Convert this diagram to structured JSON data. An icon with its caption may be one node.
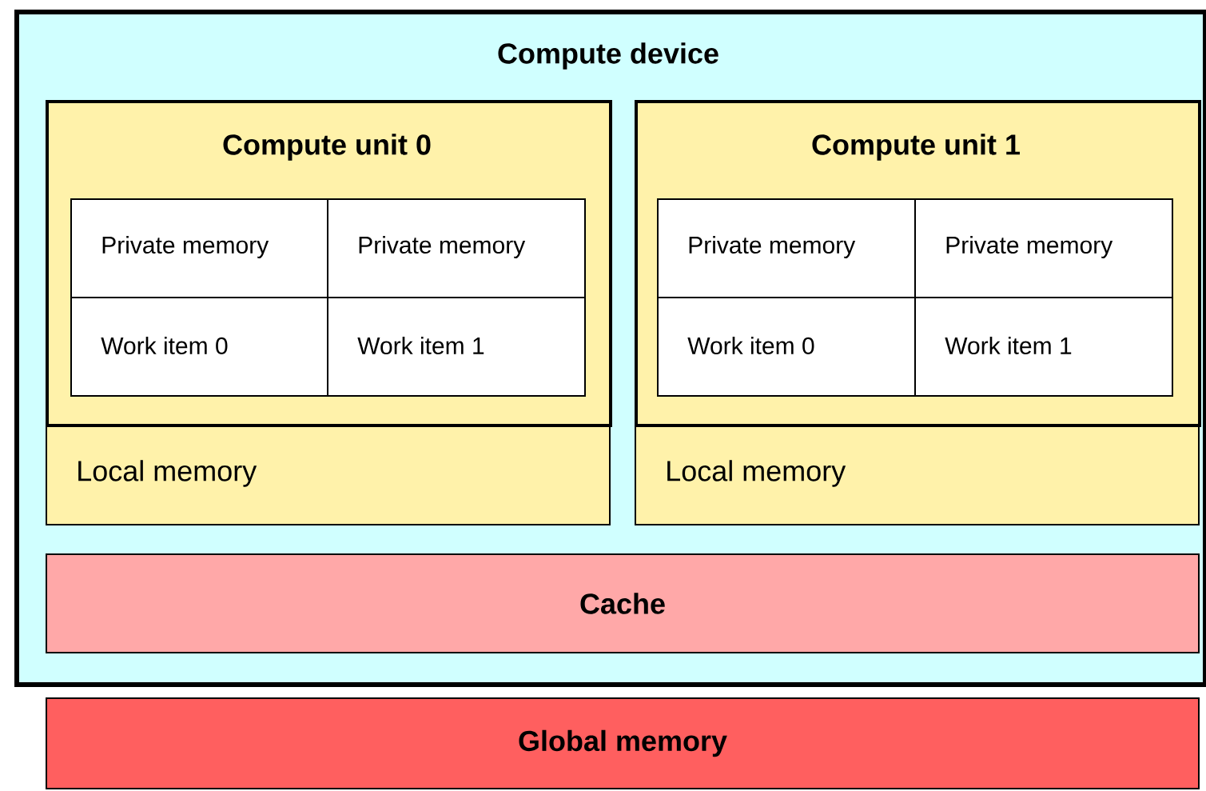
{
  "diagram": {
    "nodes": [
      {
        "text": [
          "Compute device"
        ]
      },
      {
        "text": [
          "Compute unit 0"
        ],
        "in": 0
      },
      {
        "text": [
          "Private memory"
        ],
        "in": 1
      },
      {
        "text": [
          "Private memory"
        ],
        "in": 1
      },
      {
        "text": [
          "Work item 0"
        ],
        "in": 1
      },
      {
        "text": [
          "Work item 1"
        ],
        "in": 1
      },
      {
        "text": [
          "Compute unit 1"
        ],
        "in": 0
      },
      {
        "text": [
          "Private memory"
        ],
        "in": 6
      },
      {
        "text": [
          "Private memory"
        ],
        "in": 6
      },
      {
        "text": [
          "Work item 0"
        ],
        "in": 6
      },
      {
        "text": [
          "Work item 1"
        ],
        "in": 6
      },
      {
        "text": [
          "Local memory"
        ],
        "in": 0
      },
      {
        "text": [
          "Local memory"
        ],
        "in": 0
      },
      {
        "text": [
          "Cache"
        ],
        "in": 0
      },
      {
        "text": [
          "Global memory"
        ]
      }
    ]
  }
}
